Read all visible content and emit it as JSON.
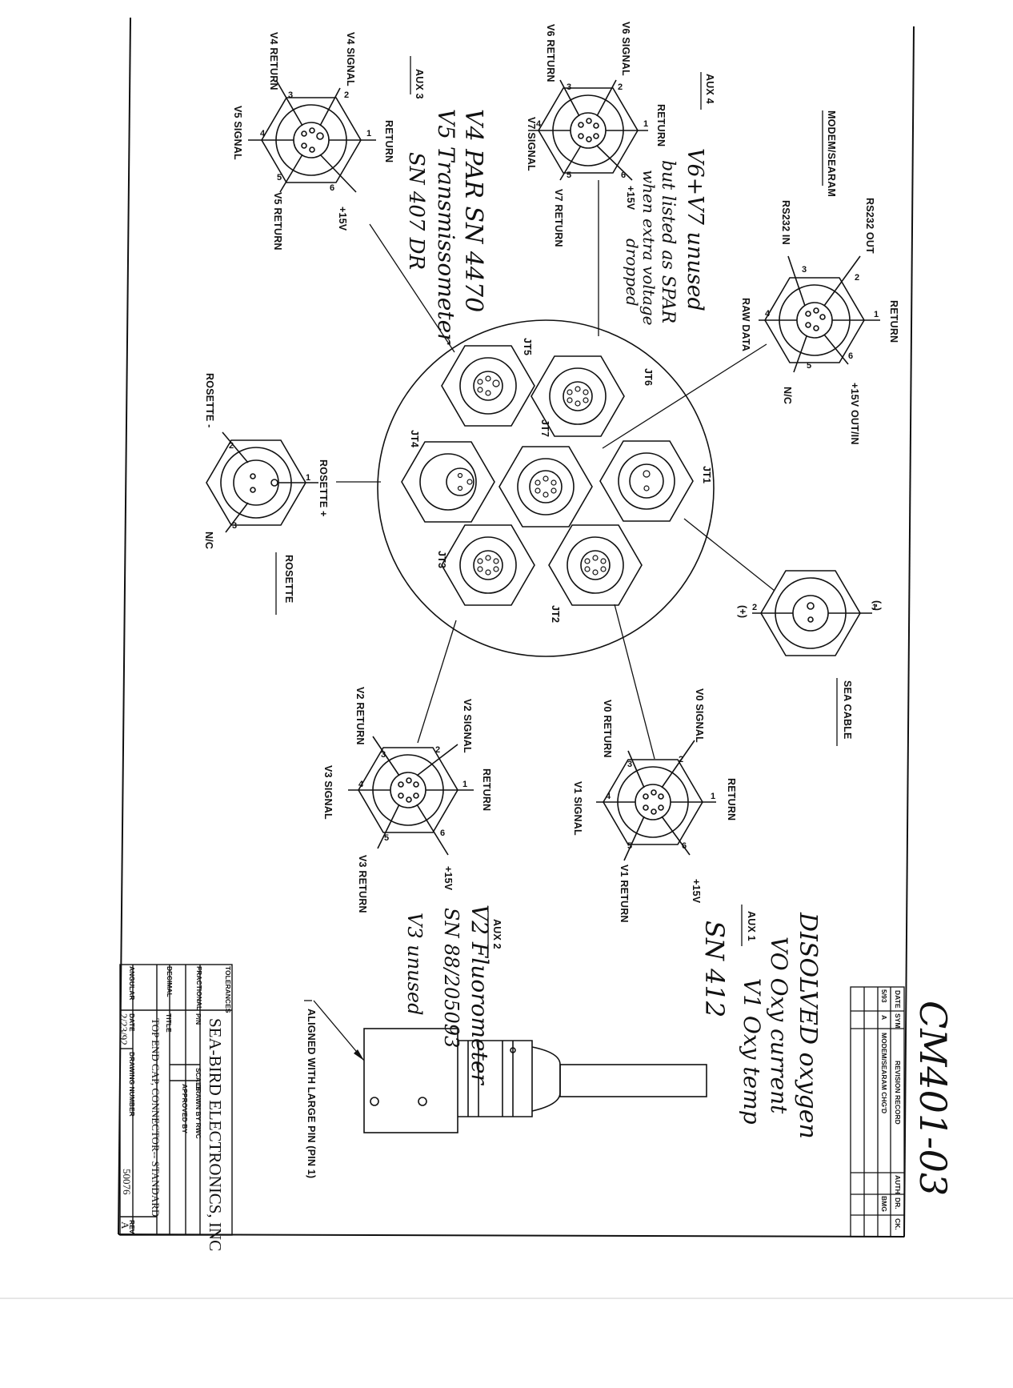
{
  "handwritten": {
    "doc_number": "CM401-03",
    "aux1_note_1": "DISOLVED oxygen",
    "aux1_note_2": "VO Oxy current",
    "aux1_note_3": "V1 Oxy temp",
    "aux1_sn": "SN 412",
    "aux2_note_1": "V2 Fluorometer",
    "aux2_note_2": "SN 88/205093",
    "aux2_note_3": "V3 unused",
    "aux3_note_1": "V4 PAR SN 4470",
    "aux3_note_2": "V5 Transmissometer",
    "aux3_note_3": "SN 407 DR",
    "aux4_note_1": "V6+V7 unused",
    "aux4_note_2": "but listed as SPAR",
    "aux4_note_3": "when extra voltage",
    "aux4_note_4": "dropped"
  },
  "groups": {
    "modem": "MODEM/SEARAM",
    "aux4": "AUX 4",
    "aux3": "AUX 3",
    "rosette": "ROSETTE",
    "sea_cable": "SEA CABLE",
    "aux1": "AUX 1",
    "aux2": "AUX 2"
  },
  "modem_pins": {
    "p1": "RETURN",
    "p2": "RS232 OUT",
    "p3": "RS232 IN",
    "p4": "RAW DATA",
    "p5": "N/C",
    "p6": "+15V OUT/IN"
  },
  "aux4_pins": {
    "p1": "RETURN",
    "p2": "V6 SIGNAL",
    "p3": "V6 RETURN",
    "p4": "V7 SIGNAL",
    "p5": "V7 RETURN",
    "p6": "+15V"
  },
  "aux3_pins": {
    "p1": "RETURN",
    "p2": "V4 SIGNAL",
    "p3": "V4 RETURN",
    "p4": "V5 SIGNAL",
    "p5": "V5 RETURN",
    "p6": "+15V"
  },
  "rosette_pins": {
    "p1": "ROSETTE +",
    "p2": "ROSETTE -",
    "p3": "N/C"
  },
  "sea_cable_pins": {
    "p1": "(-)",
    "p2": "(+)"
  },
  "aux1_pins": {
    "p1": "RETURN",
    "p2": "V0 SIGNAL",
    "p3": "V0 RETURN",
    "p4": "V1 SIGNAL",
    "p5": "V1 RETURN",
    "p6": "+15V"
  },
  "aux2_pins": {
    "p1": "RETURN",
    "p2": "V2 SIGNAL",
    "p3": "V2 RETURN",
    "p4": "V3 SIGNAL",
    "p5": "V3 RETURN",
    "p6": "+15V"
  },
  "pin_numbers": [
    "1",
    "2",
    "3",
    "4",
    "5",
    "6"
  ],
  "endcap_labels": {
    "jt1": "JT1",
    "jt2": "JT2",
    "jt3": "JT3",
    "jt4": "JT4",
    "jt5": "JT5",
    "jt6": "JT6",
    "jt7": "JT7"
  },
  "aligned_note": "ALIGNED WITH LARGE PIN (PIN 1)",
  "revision": {
    "h_date": "DATE",
    "h_sym": "SYM",
    "h_record": "REVISION RECORD",
    "h_auth": "AUTH",
    "h_dr": "DR.",
    "h_ck": "CK.",
    "r1_date": "5/93",
    "r1_sym": "A",
    "r1_record": "MODEM/SEARAM CHG'D",
    "r1_dr": "BMG"
  },
  "title_block": {
    "company": "SEA-BIRD ELECTRONICS, INC",
    "tolerances": "TOLERANCES",
    "fractional": "FRACTIONAL",
    "decimal": "DECIMAL",
    "angular": "ANGULAR",
    "pn": "P/N",
    "scale_h": "SCALE",
    "scale_v": "-",
    "drawn_by": "DRAWN BY  RWC",
    "approved_by": "APPROVED BY",
    "title_h": "TITLE",
    "title": "TOP END CAP, CONNECTOR-- STANDARD",
    "date_h": "DATE",
    "date": "2/23/92",
    "drawing_number_h": "DRAWING NUMBER",
    "drawing_number": "50076",
    "rev_h": "REV",
    "rev": "A"
  }
}
